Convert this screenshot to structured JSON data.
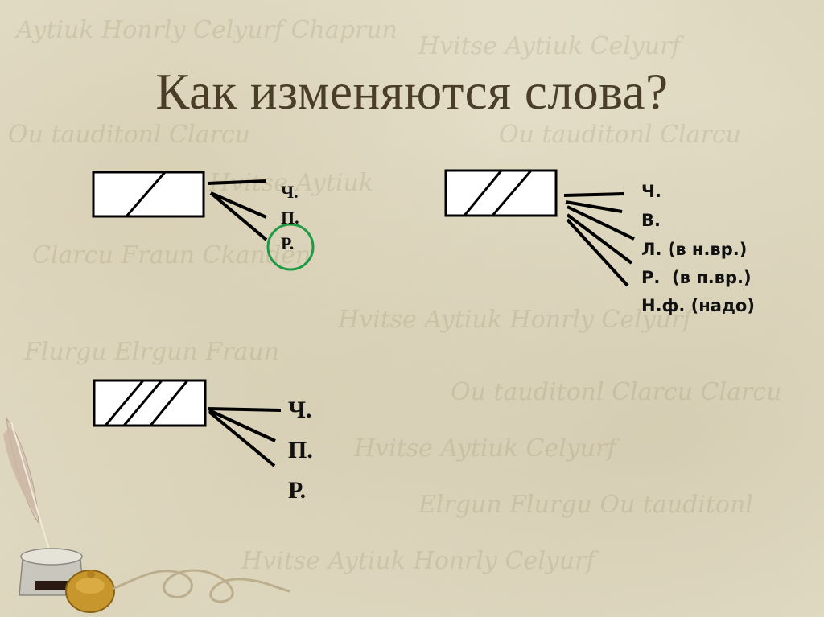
{
  "slide": {
    "title": "Как изменяются слова?",
    "background": {
      "paper_color": "#e2dcc6",
      "title_color": "#4a3e28",
      "highlight_circle_color": "#1f9a45"
    },
    "decoration": [
      "quill-pen-icon",
      "inkwell-icon",
      "flourish"
    ]
  },
  "diagrams": [
    {
      "id": "diagram-one-slash",
      "slashes": 1,
      "labels": [
        "Ч.",
        "П.",
        "Р."
      ],
      "highlighted": "Р."
    },
    {
      "id": "diagram-two-slash",
      "slashes": 2,
      "labels": [
        "Ч.",
        "В.",
        "Л. (в н.вр.)",
        "Р.  (в п.вр.)",
        "Н.ф. (надо)"
      ]
    },
    {
      "id": "diagram-three-slash",
      "slashes": 3,
      "labels": [
        "Ч.",
        "П.",
        "Р."
      ]
    }
  ]
}
